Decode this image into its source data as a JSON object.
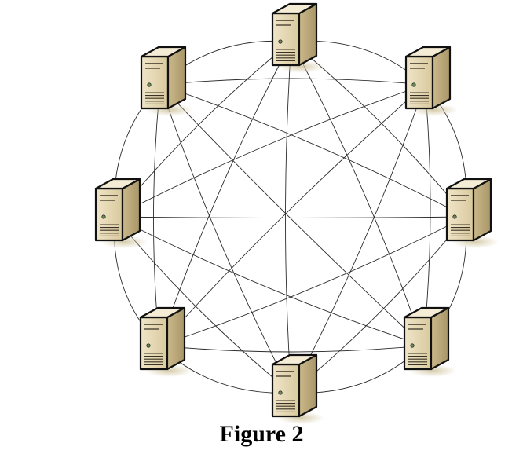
{
  "figure": {
    "caption": "Figure 2",
    "node_icon": "server-tower-icon",
    "node_count": 8,
    "connection": "full-mesh",
    "colors": {
      "server_front": "#e9ddbb",
      "server_side": "#bfae83",
      "server_top": "#f4ecd4",
      "outline": "#111111",
      "edge": "#2b2b2b"
    }
  }
}
